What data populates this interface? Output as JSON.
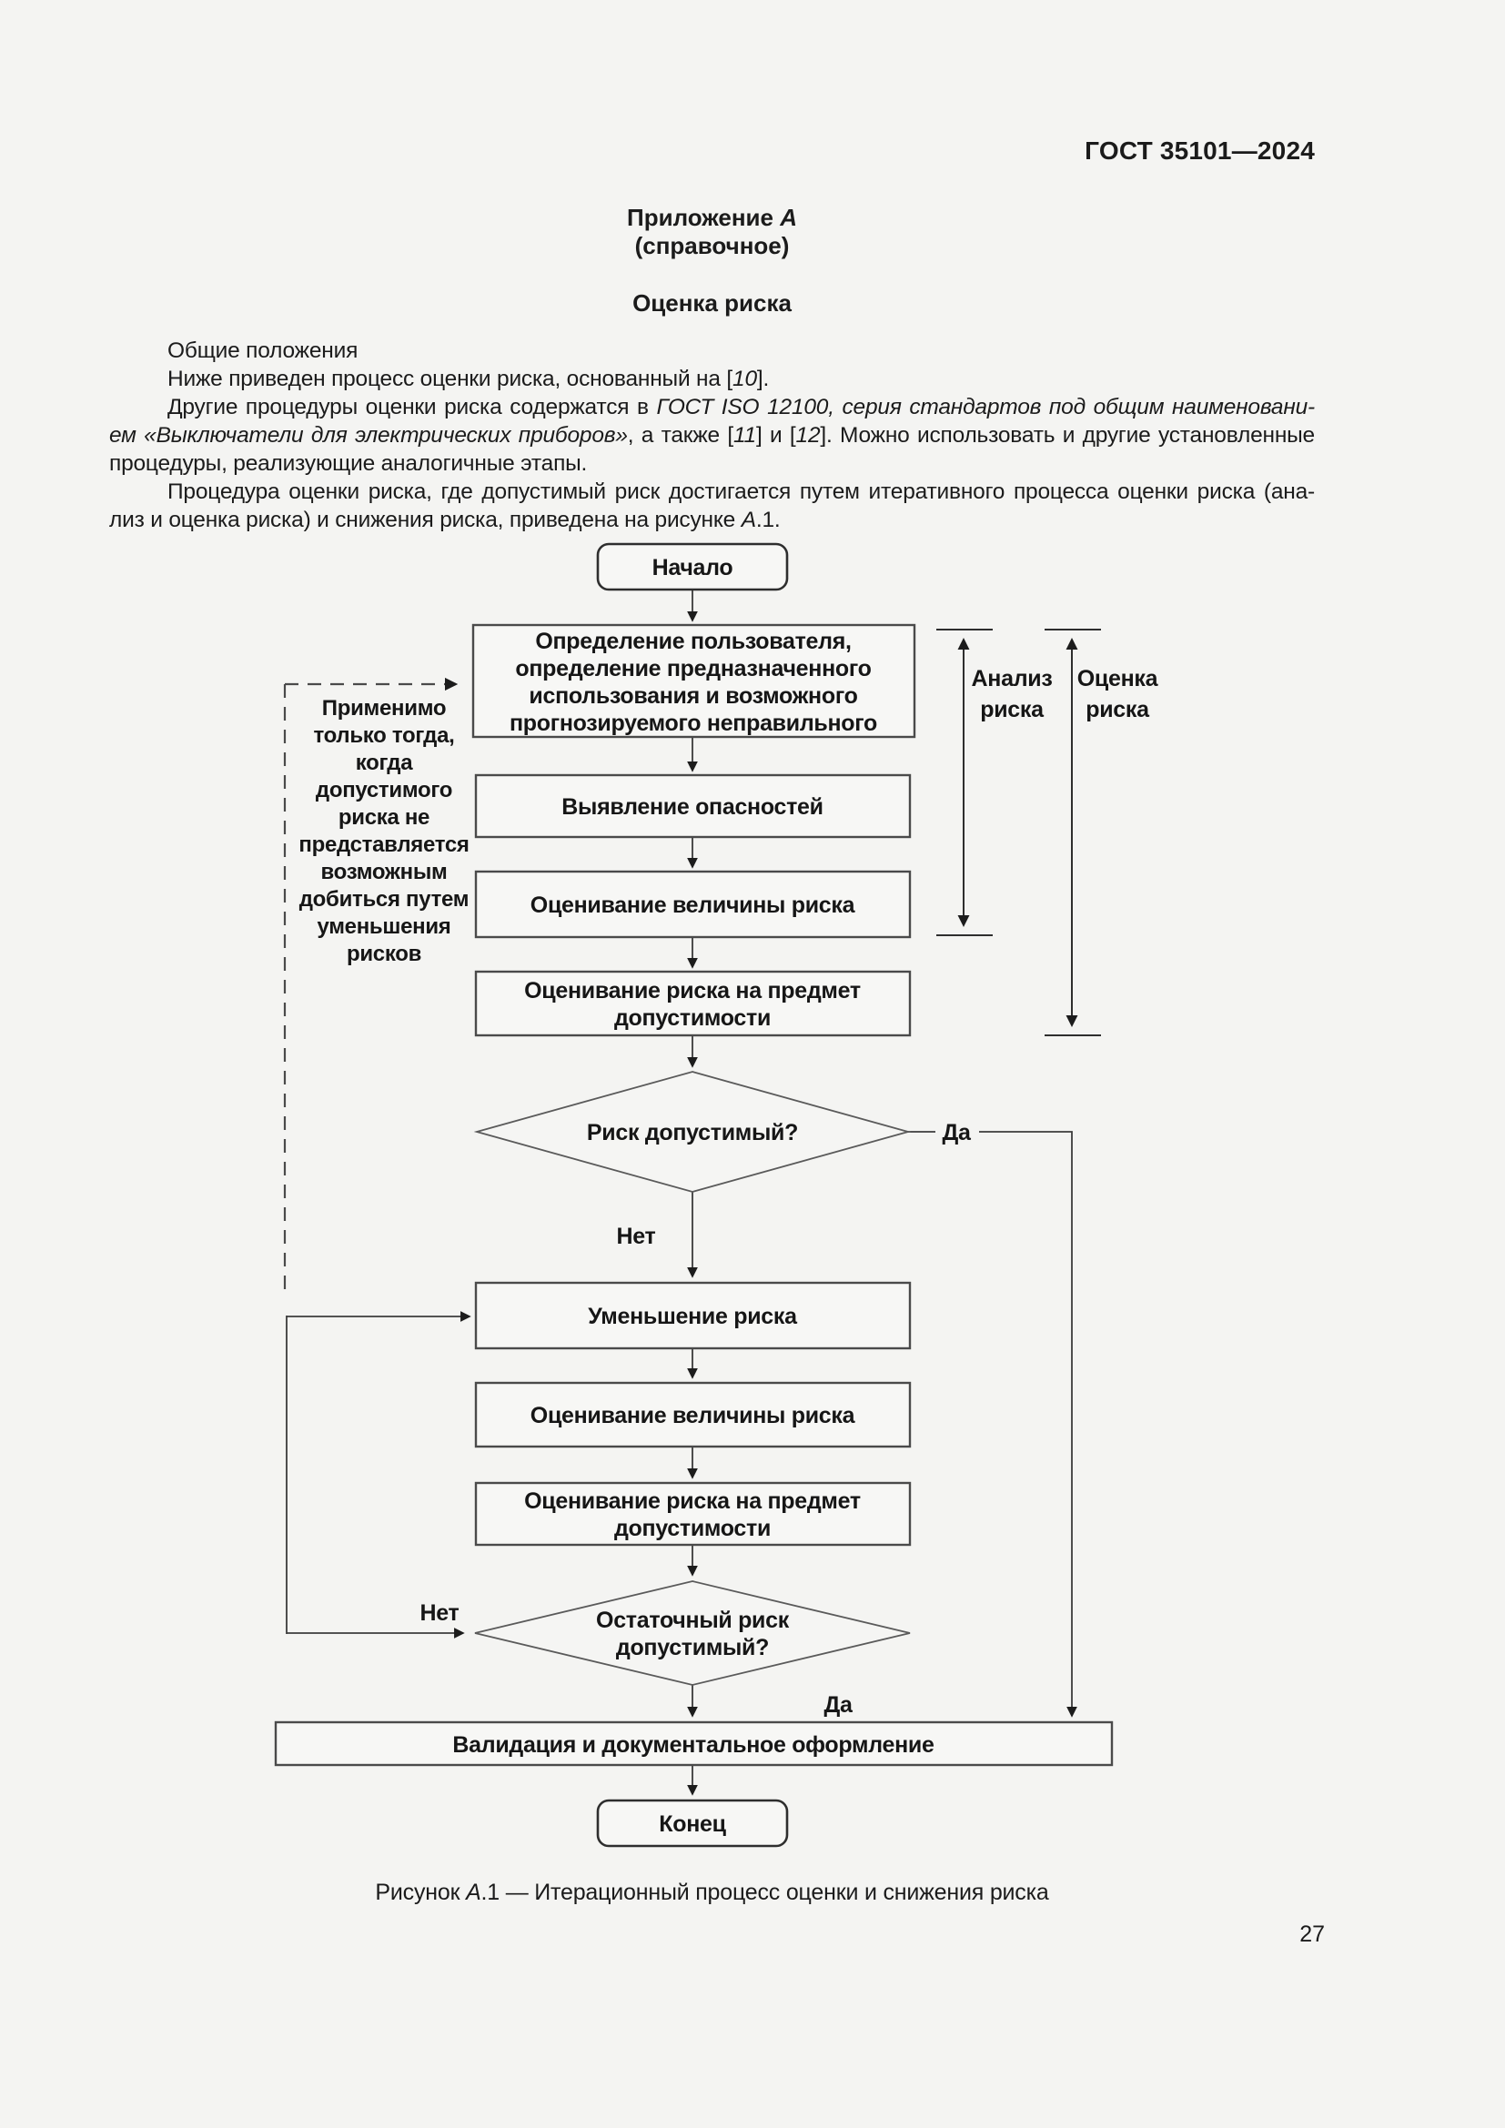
{
  "page": {
    "header": "ГОСТ 35101—2024",
    "page_number": "27"
  },
  "appendix": {
    "pre": "Приложение ",
    "letter": "А",
    "note": "(справочное)",
    "section": "Оценка риска"
  },
  "body": {
    "lines": [
      {
        "indent": true,
        "fill": false,
        "segs": [
          {
            "t": "Общие положения",
            "i": false
          }
        ]
      },
      {
        "indent": true,
        "fill": false,
        "segs": [
          {
            "t": "Ниже приведен процесс оценки риска, основанный на [",
            "i": false
          },
          {
            "t": "10",
            "i": true
          },
          {
            "t": "].",
            "i": false
          }
        ]
      },
      {
        "indent": true,
        "fill": true,
        "segs": [
          {
            "t": "Другие процедуры оценки риска содержатся в ",
            "i": false
          },
          {
            "t": "ГОСТ ISO 12100, серия стандартов под общим наименовани-",
            "i": true
          }
        ]
      },
      {
        "indent": false,
        "fill": true,
        "segs": [
          {
            "t": "ем «Выключатели для электрических приборов»",
            "i": true
          },
          {
            "t": ", а также [",
            "i": false
          },
          {
            "t": "11",
            "i": true
          },
          {
            "t": "] и [",
            "i": false
          },
          {
            "t": "12",
            "i": true
          },
          {
            "t": "]. Можно использовать и другие установленные",
            "i": false
          }
        ]
      },
      {
        "indent": false,
        "fill": false,
        "segs": [
          {
            "t": "процедуры, реализующие аналогичные этапы.",
            "i": false
          }
        ]
      },
      {
        "indent": true,
        "fill": true,
        "segs": [
          {
            "t": "Процедура оценки риска, где допустимый риск достигается путем итеративного процесса оценки риска (ана-",
            "i": false
          }
        ]
      },
      {
        "indent": false,
        "fill": false,
        "segs": [
          {
            "t": "лиз и оценка риска) и снижения риска, приведена на рисунке ",
            "i": false
          },
          {
            "t": "А",
            "i": true
          },
          {
            "t": ".1.",
            "i": false
          }
        ]
      }
    ]
  },
  "flow": {
    "start": "Начало",
    "box1": [
      "Определение пользователя,",
      "определение предназначенного",
      "использования и возможного",
      "прогнозируемого неправильного"
    ],
    "box2": "Выявление опасностей",
    "box3": "Оценивание величины риска",
    "box4": [
      "Оценивание риска на предмет",
      "допустимости"
    ],
    "d1": "Риск допустимый?",
    "yes1": "Да",
    "no1": "Нет",
    "box5": "Уменьшение риска",
    "box6": "Оценивание величины риска",
    "box7": [
      "Оценивание риска на предмет",
      "допустимости"
    ],
    "d2": [
      "Остаточный риск",
      "допустимый?"
    ],
    "yes2": "Да",
    "no2": "Нет",
    "box8": "Валидация и документальное оформление",
    "end": "Конец",
    "note": [
      "Применимо",
      "только тогда,",
      "когда",
      "допустимого",
      "риска не",
      "представляется",
      "возможным",
      "добиться путем",
      "уменьшения",
      "рисков"
    ],
    "bracket1": [
      "Анализ",
      "риска"
    ],
    "bracket2": [
      "Оценка",
      "риска"
    ]
  },
  "caption": {
    "pre": "Рисунок ",
    "it": "А",
    "post": ".1 — Итерационный процесс оценки и снижения риска"
  }
}
